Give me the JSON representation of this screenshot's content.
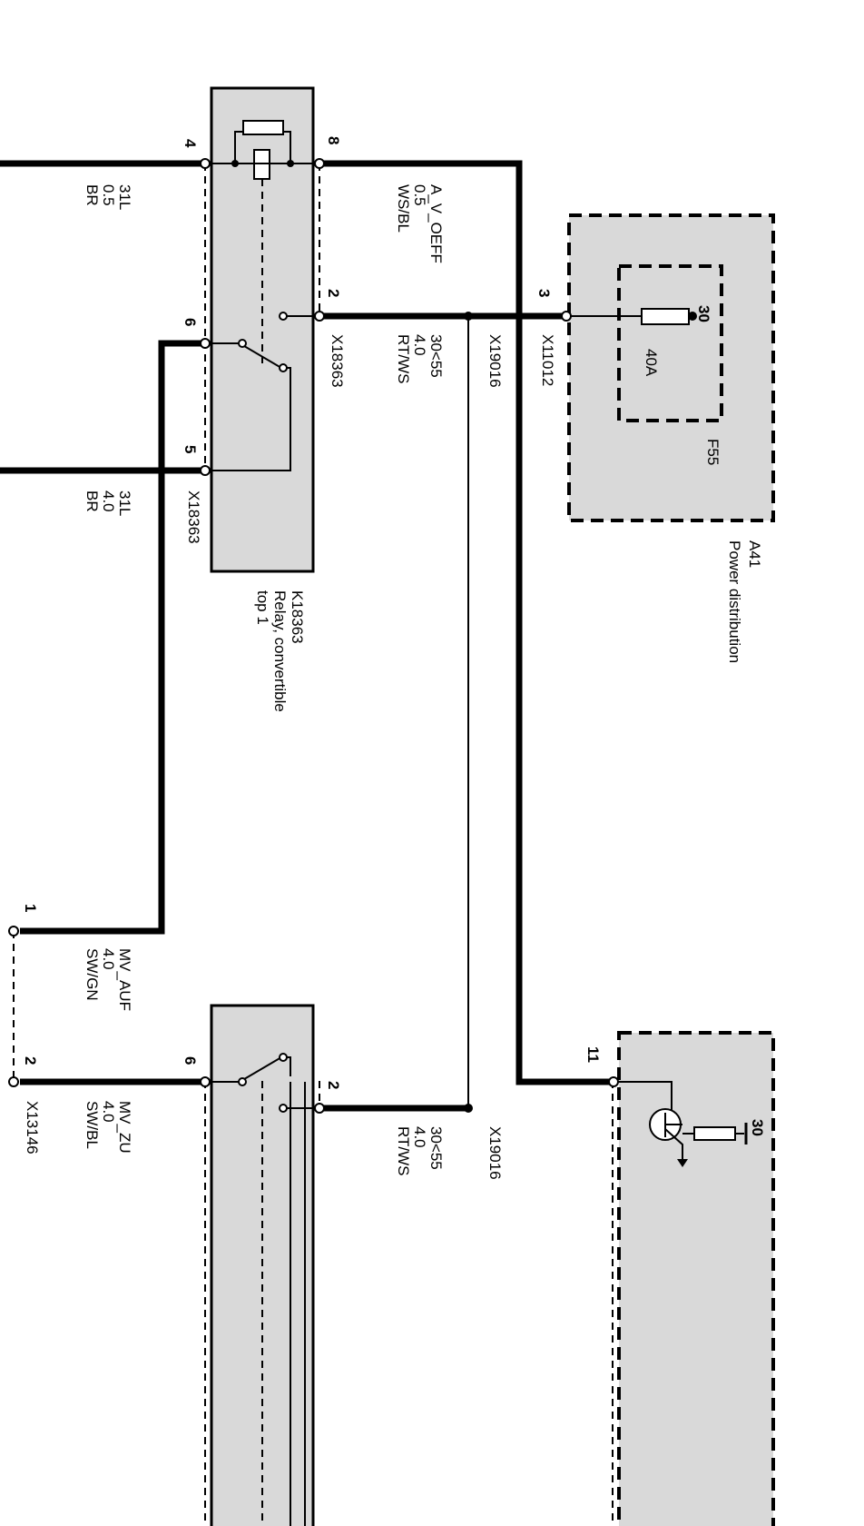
{
  "relay_k18363": {
    "name": "K18363",
    "desc_line1": "Relay, convertible",
    "desc_line2": "top 1",
    "pin4": "4",
    "pin8": "8",
    "pin6": "6",
    "pin2": "2",
    "pin5": "5",
    "connector_top": "X18363",
    "connector_bottom": "X18363"
  },
  "wire_31l_05": {
    "signal": "31L",
    "size": "0.5",
    "color": "BR"
  },
  "wire_a_v_oeff": {
    "signal": "A_V_OEFF",
    "size": "0.5",
    "color": "WS/BL"
  },
  "wire_30_55_a": {
    "signal": "30<55",
    "size": "4.0",
    "color": "RT/WS"
  },
  "wire_31l_40": {
    "signal": "31L",
    "size": "4.0",
    "color": "BR"
  },
  "splice_a": "X19016",
  "splice_b": "X19016",
  "power_dist": {
    "name": "A41",
    "desc": "Power distribution",
    "pin3": "3",
    "connector": "X11012",
    "fuse_name": "F55",
    "fuse_rating": "40A",
    "terminal": "30"
  },
  "connector_x13146": {
    "name": "X13146",
    "pin1": "1",
    "pin2": "2"
  },
  "wire_mv_auf": {
    "signal": "MV_AUF",
    "size": "4.0",
    "color": "SW/GN"
  },
  "wire_mv_zu": {
    "signal": "MV_ZU",
    "size": "4.0",
    "color": "SW/BL"
  },
  "relay_2": {
    "pin6": "6",
    "pin2": "2"
  },
  "wire_30_55_b": {
    "signal": "30<55",
    "size": "4.0",
    "color": "RT/WS"
  },
  "control_unit": {
    "pin11": "11",
    "terminal": "30"
  }
}
